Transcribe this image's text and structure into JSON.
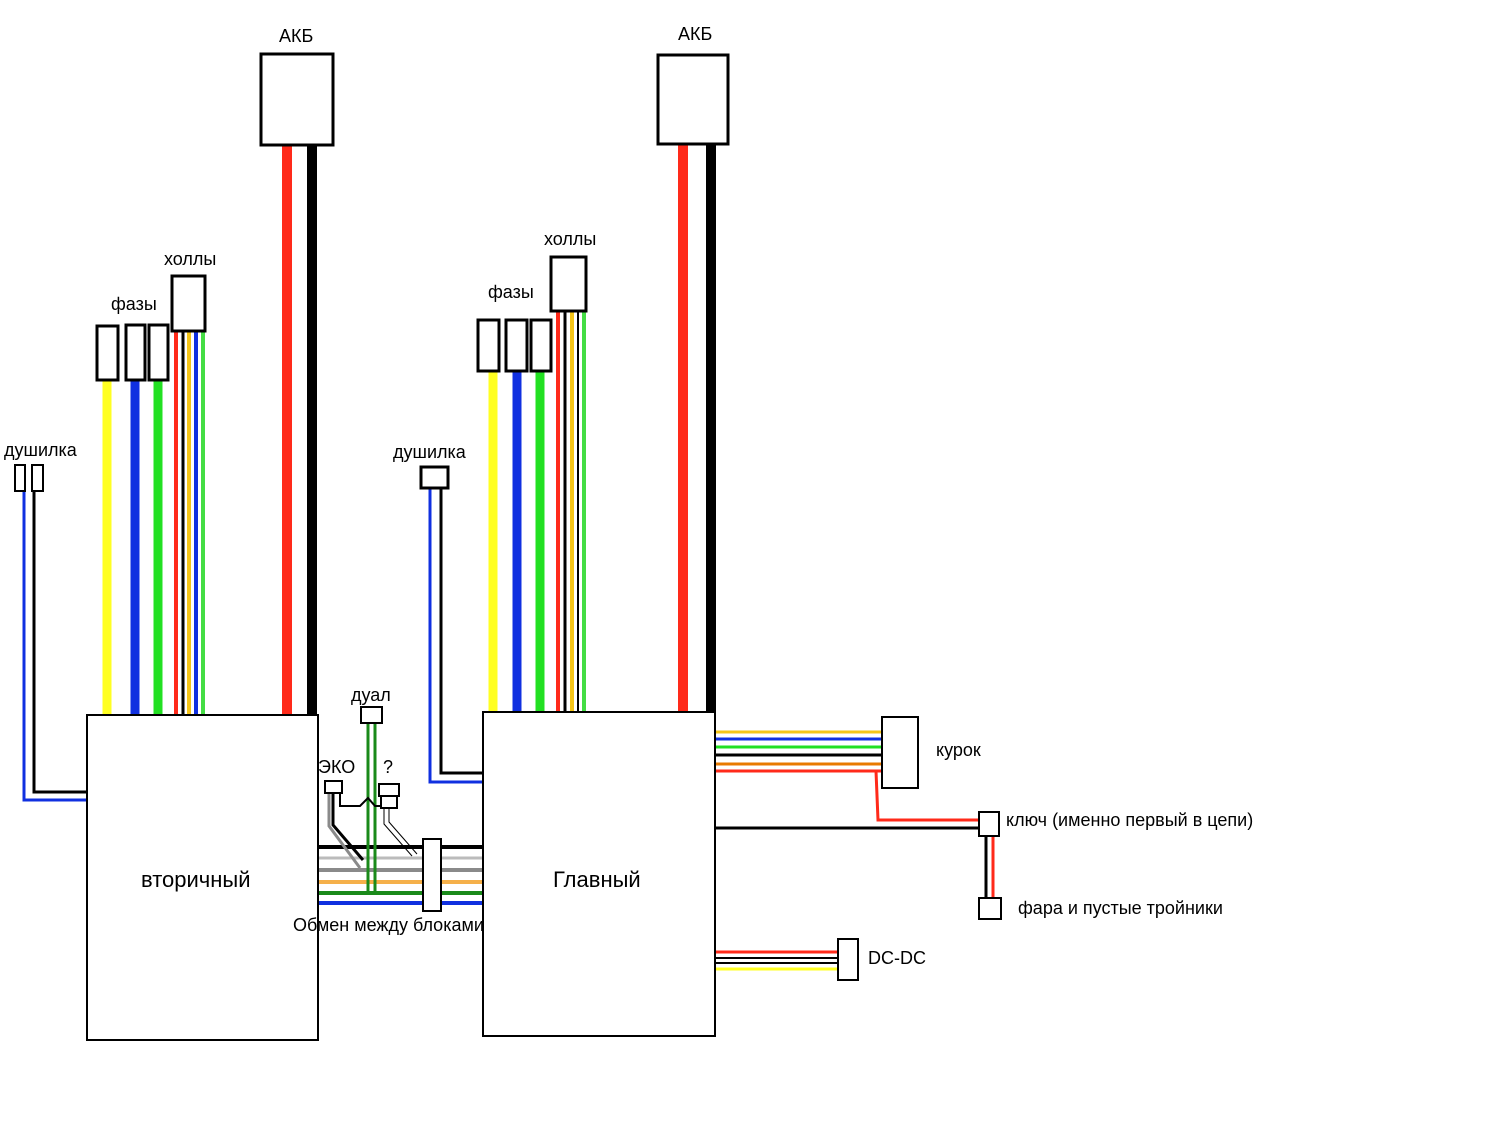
{
  "labels": {
    "akb_left": "АКБ",
    "akb_right": "АКБ",
    "phases_left": "фазы",
    "phases_right": "фазы",
    "halls_left": "холлы",
    "halls_right": "холлы",
    "brake_left": "душилка",
    "brake_right": "душилка",
    "secondary": "вторичный",
    "main": "Главный",
    "dual": "дуал",
    "eco": "ЭКО",
    "question": "?",
    "exchange": "Обмен между блоками",
    "trigger": "курок",
    "key": "ключ (именно первый в цепи)",
    "headlight": "фара и пустые тройники",
    "dcdc": "DC-DC"
  },
  "colors": {
    "red": "#ff2a1a",
    "black": "#000000",
    "yellow": "#ffff22",
    "blue": "#1030e0",
    "green": "#22e022",
    "dark_green": "#1a8a1a",
    "orange": "#f5b04a",
    "gray": "#8a8a8a",
    "hall_yellow": "#f5c518",
    "hall_green": "#44dd44",
    "trigger_orange": "#e87a00"
  }
}
